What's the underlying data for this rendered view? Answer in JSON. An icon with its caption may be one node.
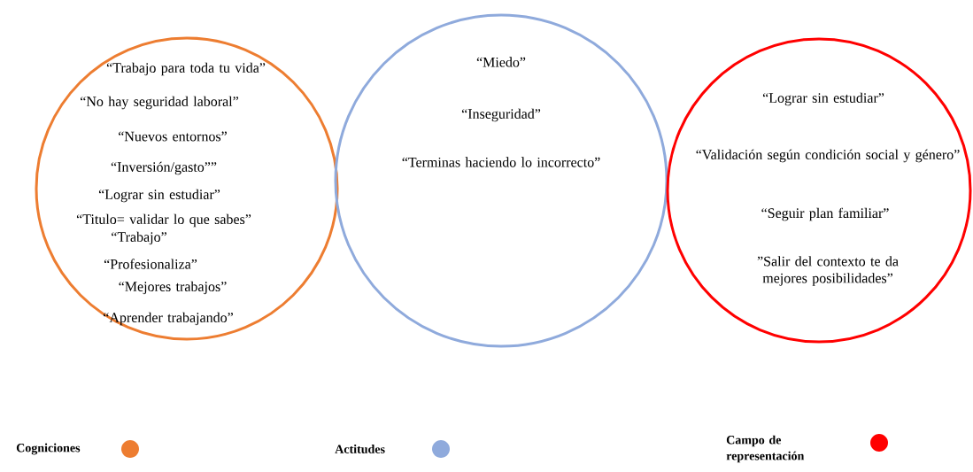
{
  "diagram": {
    "nodes": [
      {
        "text": [
          "“Trabajo para toda tu vida”",
          "“No hay seguridad laboral”",
          "“Nuevos entornos”",
          "“Inversión/gasto””",
          "“Lograr sin estudiar”",
          "“Titulo= validar lo que sabes”",
          "“Trabajo”",
          "“Profesionaliza”",
          "“Mejores trabajos”",
          "“Aprender trabajando”"
        ]
      },
      {
        "text": [
          "“Miedo”",
          "“Inseguridad”",
          "“Terminas haciendo lo incorrecto”"
        ]
      },
      {
        "text": [
          "“Lograr sin estudiar”",
          "“Validación según condición social y género”",
          "“Seguir plan familiar”",
          "”Salir del contexto te da mejores posibilidades”"
        ]
      }
    ],
    "legend": [
      {
        "text": "Cogniciones",
        "color": "#ed7d31"
      },
      {
        "text": "Actitudes",
        "color": "#8faadc"
      },
      {
        "text": "Campo de representación",
        "color": "#ff0000"
      }
    ]
  }
}
